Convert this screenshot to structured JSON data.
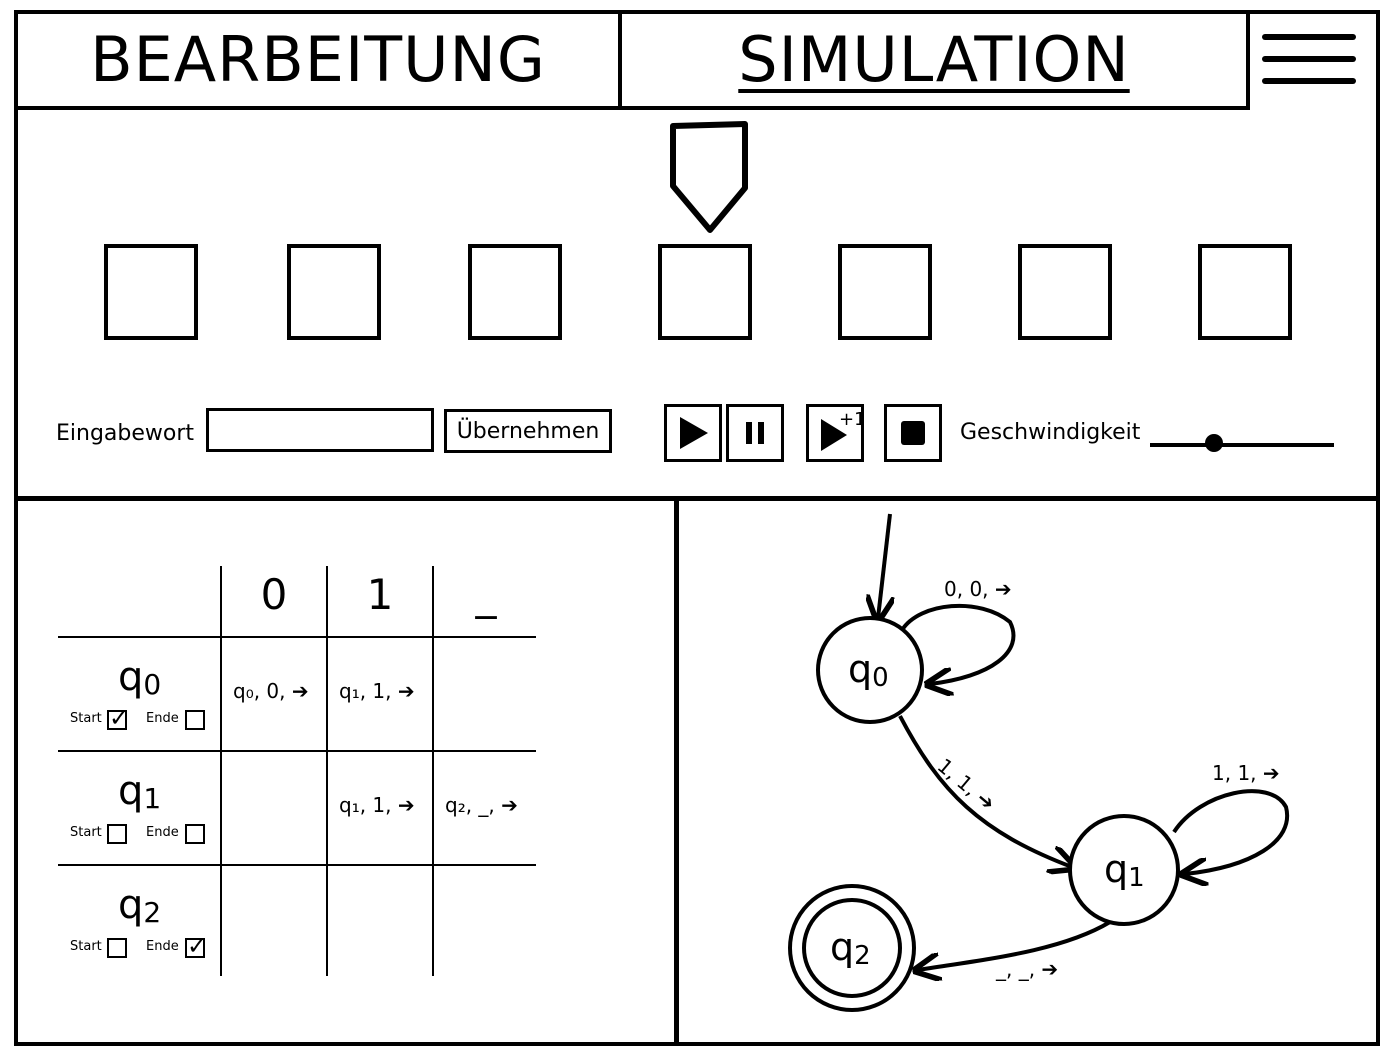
{
  "tabs": {
    "edit": "BEARBEITUNG",
    "simulation": "SIMULATION"
  },
  "controls": {
    "input_label": "Eingabewort",
    "input_value": "",
    "apply_label": "Übernehmen",
    "step_badge": "+1",
    "speed_label": "Geschwindigkeit",
    "speed_value": 0.35
  },
  "table": {
    "columns": [
      "0",
      "1",
      "_"
    ],
    "start_label": "Start",
    "end_label": "Ende",
    "rows": [
      {
        "state": "q",
        "index": "0",
        "start": true,
        "end": false,
        "cells": [
          "q₀, 0, ➔",
          "q₁, 1, ➔",
          ""
        ]
      },
      {
        "state": "q",
        "index": "1",
        "start": false,
        "end": false,
        "cells": [
          "",
          "q₁, 1, ➔",
          "q₂, _, ➔"
        ]
      },
      {
        "state": "q",
        "index": "2",
        "start": false,
        "end": true,
        "cells": [
          "",
          "",
          ""
        ]
      }
    ]
  },
  "graph": {
    "nodes": [
      {
        "name": "q",
        "index": "0"
      },
      {
        "name": "q",
        "index": "1"
      },
      {
        "name": "q",
        "index": "2"
      }
    ],
    "edges": [
      {
        "label": "0, 0, ➔"
      },
      {
        "label": "1, 1, ➔"
      },
      {
        "label": "1, 1, ➔"
      },
      {
        "label": "_, _, ➔"
      }
    ]
  }
}
